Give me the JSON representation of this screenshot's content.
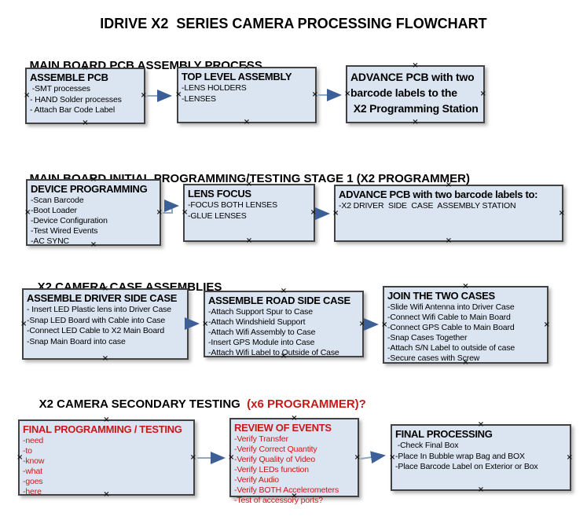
{
  "page_title": "IDRIVE X2  SERIES CAMERA PROCESSING FLOWCHART",
  "colors": {
    "box_fill": "#dbe5f1",
    "box_border": "#424242",
    "arrow_shaft": "#8ea6c8",
    "arrow_head": "#3c5f98",
    "alert_red": "#c81919",
    "text": "#000000"
  },
  "sections": [
    {
      "heading": "MAIN BOARD PCB ASSEMBLY PROCESS",
      "heading_red": ""
    },
    {
      "heading": "MAIN BOARD INITIAL PROGRAMMING/TESTING STAGE 1 (X2 PROGRAMMER)",
      "heading_red": ""
    },
    {
      "heading": "X2 CAMERA CASE ASSEMBLIES",
      "heading_red": ""
    },
    {
      "heading": "X2 CAMERA SECONDARY TESTING  ",
      "heading_red": "(x6 PROGRAMMER)?"
    }
  ],
  "boxes": {
    "assemble_pcb": {
      "title": "ASSEMBLE PCB",
      "items": [
        " -SMT processes",
        "- HAND Solder processes",
        "- Attach Bar Code Label"
      ]
    },
    "top_level_assembly": {
      "title": "TOP LEVEL ASSEMBLY",
      "items": [
        "-LENS HOLDERS",
        "-LENSES"
      ]
    },
    "advance_pcb_station": {
      "lines": [
        "ADVANCE PCB with two",
        "barcode labels to the",
        " X2 Programming Station"
      ]
    },
    "device_programming": {
      "title": "DEVICE PROGRAMMING",
      "items": [
        "-Scan Barcode",
        "-Boot Loader",
        "-Device Configuration",
        "-Test Wired Events",
        "-AC SYNC"
      ]
    },
    "lens_focus": {
      "title": "LENS FOCUS",
      "items": [
        "-FOCUS BOTH LENSES",
        "-GLUE LENSES"
      ]
    },
    "advance_pcb_driver_side": {
      "title": "ADVANCE PCB with two barcode labels to:",
      "items": [
        "-X2 DRIVER  SIDE  CASE  ASSEMBLY STATION"
      ]
    },
    "assemble_driver_side_case": {
      "title": "ASSEMBLE DRIVER SIDE CASE",
      "items": [
        "- Insert LED Plastic lens into Driver Case",
        "-Snap LED Board with Cable into Case",
        "-Connect LED Cable to X2 Main Board",
        "-Snap Main Board into case"
      ]
    },
    "assemble_road_side_case": {
      "title": "ASSEMBLE ROAD SIDE CASE",
      "items": [
        "-Attach Support Spur to Case",
        "-Attach Windshield Support",
        "-Attach Wifi Assembly to Case",
        "-Insert GPS Module into Case",
        "-Attach Wifi Label to Outside of Case"
      ]
    },
    "join_the_two_cases": {
      "title": "JOIN THE TWO CASES",
      "items": [
        "-Slide Wifi Antenna into Driver Case",
        "-Connect Wifi Cable to Main Board",
        "-Connect GPS Cable to Main Board",
        "-Snap Cases Together",
        "-Attach S/N Label to outside of case",
        "-Secure cases with Screw"
      ]
    },
    "final_programming_testing": {
      "title": "FINAL PROGRAMMING / TESTING",
      "items": [
        "-need",
        "-to",
        "-know",
        "-what",
        "-goes",
        "-here"
      ]
    },
    "review_of_events": {
      "title": "REVIEW OF EVENTS",
      "items": [
        "-Verify Transfer",
        "-Verify Correct Quantity",
        "-Verify Quality of Video",
        "-Verify LEDs function",
        "-Verify Audio",
        "-Verify BOTH Accelerometers",
        "-Test of accessory ports?"
      ]
    },
    "final_processing": {
      "title": "FINAL PROCESSING",
      "items": [
        " -Check Final Box",
        "-Place In Bubble wrap Bag and BOX",
        "-Place Barcode Label on Exterior or Box"
      ]
    }
  }
}
